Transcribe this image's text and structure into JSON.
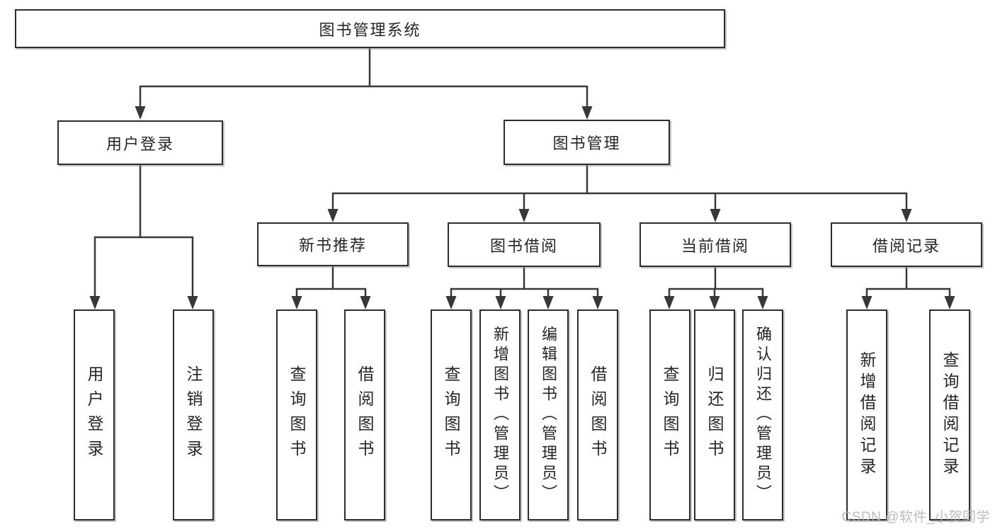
{
  "diagram": {
    "title": "图书管理系统",
    "root": {
      "label": "图书管理系统"
    },
    "level2": [
      {
        "label": "用户登录"
      },
      {
        "label": "图书管理"
      }
    ],
    "level3": [
      {
        "label": "新书推荐"
      },
      {
        "label": "图书借阅"
      },
      {
        "label": "当前借阅"
      },
      {
        "label": "借阅记录"
      }
    ],
    "leaves": {
      "user_login": [
        {
          "label": "用户登录"
        },
        {
          "label": "注销登录"
        }
      ],
      "new_book": [
        {
          "label": "查询图书"
        },
        {
          "label": "借阅图书"
        }
      ],
      "book_borrow": [
        {
          "label": "查询图书"
        },
        {
          "label": "新增图书（管理员）"
        },
        {
          "label": "编辑图书（管理员）"
        },
        {
          "label": "借阅图书"
        }
      ],
      "current_borrow": [
        {
          "label": "查询图书"
        },
        {
          "label": "归还图书"
        },
        {
          "label": "确认归还（管理员）"
        }
      ],
      "borrow_record": [
        {
          "label": "新增借阅记录"
        },
        {
          "label": "查询借阅记录"
        }
      ]
    }
  },
  "watermark": {
    "text": "CSDN @软件_小贺同学",
    "color": "#b5b5b5"
  },
  "colors": {
    "line": "#383838",
    "border": "#2d2d2d",
    "text": "#262626",
    "background": "#ffffff"
  }
}
